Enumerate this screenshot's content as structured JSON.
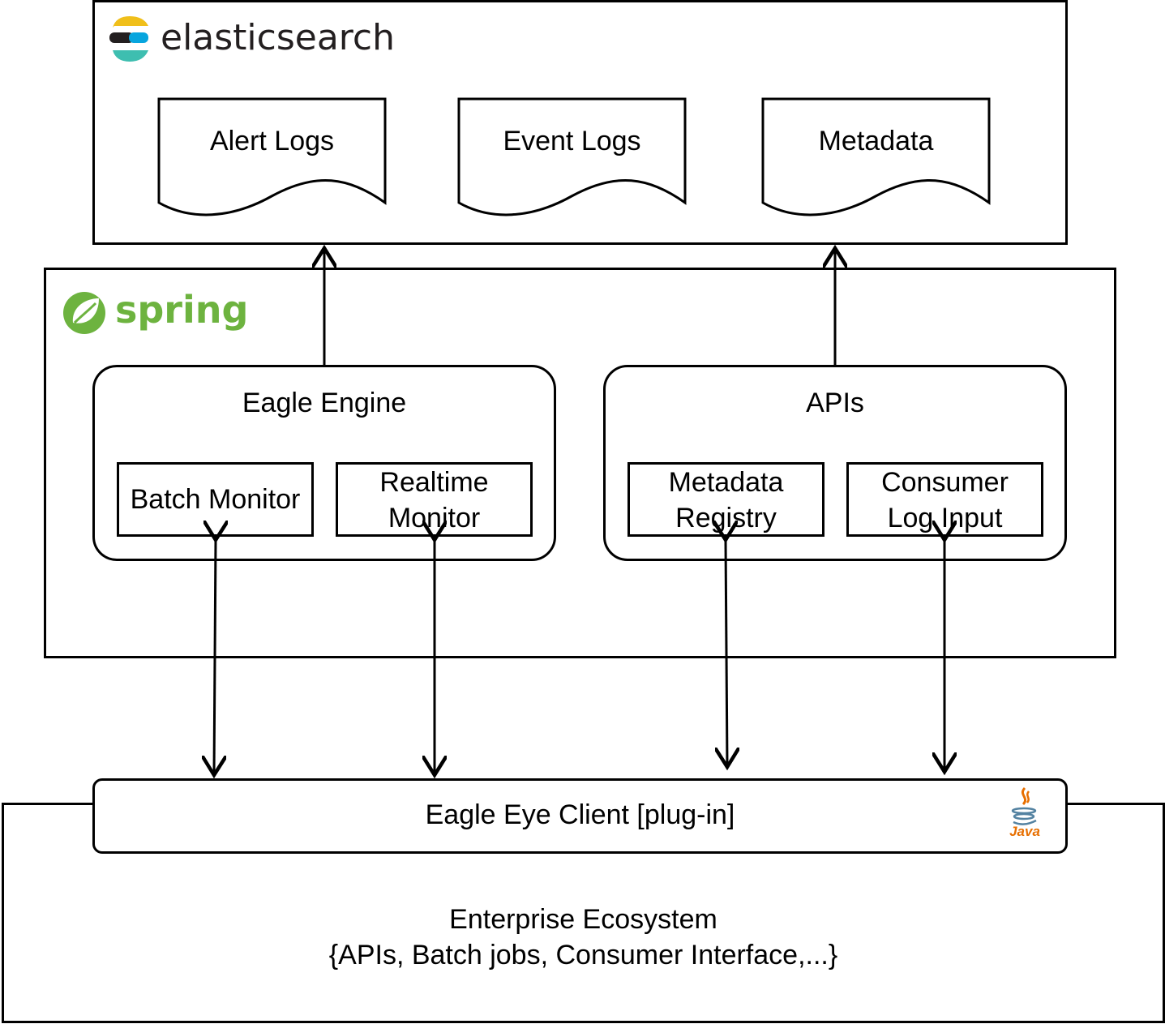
{
  "elasticsearch": {
    "brand": "elasticsearch",
    "documents": [
      {
        "label": "Alert Logs"
      },
      {
        "label": "Event Logs"
      },
      {
        "label": "Metadata"
      }
    ]
  },
  "spring": {
    "brand": "spring",
    "eagle_engine": {
      "title": "Eagle Engine",
      "batch_monitor": "Batch Monitor",
      "realtime_monitor": "Realtime\nMonitor"
    },
    "apis": {
      "title": "APIs",
      "metadata_registry": "Metadata\nRegistry",
      "consumer_log_input": "Consumer\nLog Input"
    }
  },
  "client": {
    "title": "Eagle Eye Client [plug-in]",
    "java_badge": "Java"
  },
  "enterprise": {
    "title": "Enterprise Ecosystem",
    "subtitle": "{APIs, Batch jobs, Consumer Interface,...}"
  },
  "colors": {
    "spring_green": "#6db33f",
    "elastic_yellow": "#f0bf1a",
    "elastic_teal": "#3ebeb0",
    "elastic_blue": "#07a5de",
    "elastic_dark": "#231f20",
    "java_red": "#e76f00",
    "java_blue": "#5382a1"
  }
}
